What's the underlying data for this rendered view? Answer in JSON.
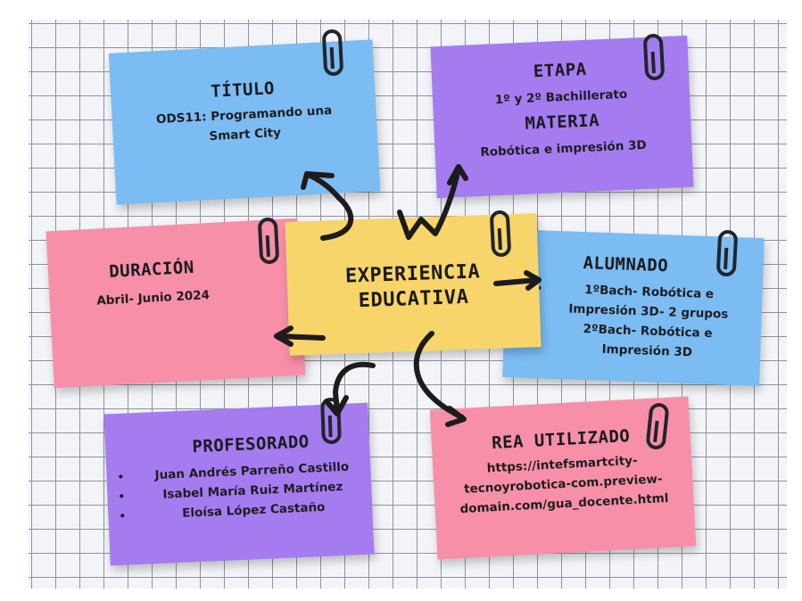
{
  "center": {
    "line1": "EXPERIENCIA",
    "line2": "EDUCATIVA",
    "color": "#f7d56a"
  },
  "titulo": {
    "heading": "TÍTULO",
    "line1": "ODS11: Programando una",
    "line2": "Smart City",
    "color": "#7bbcf2"
  },
  "etapa": {
    "heading": "ETAPA",
    "value": "1º y 2º Bachillerato",
    "heading2": "MATERIA",
    "value2": "Robótica e impresión 3D",
    "color": "#a47cf0"
  },
  "duracion": {
    "heading": "DURACIÓN",
    "value": "Abril- Junio 2024",
    "color": "#f78fa8"
  },
  "alumnado": {
    "heading": "ALUMNADO",
    "items": [
      {
        "line1": "1ºBach- Robótica e",
        "line2": "Impresión 3D- 2 grupos"
      },
      {
        "line1": "2ºBach- Robótica e",
        "line2": "Impresión 3D"
      }
    ],
    "color": "#7bbcf2"
  },
  "profesorado": {
    "heading": "PROFESORADO",
    "items": [
      "Juan Andrés Parreño Castillo",
      "Isabel María Ruiz Martínez",
      "Eloísa López Castaño"
    ],
    "color": "#a47cf0"
  },
  "rea": {
    "heading": "REA UTILIZADO",
    "line1": "https://intefsmartcity-",
    "line2": "tecnoyrobotica-com.preview-",
    "line3": "domain.com/gua_docente.html",
    "color": "#f78fa8"
  }
}
